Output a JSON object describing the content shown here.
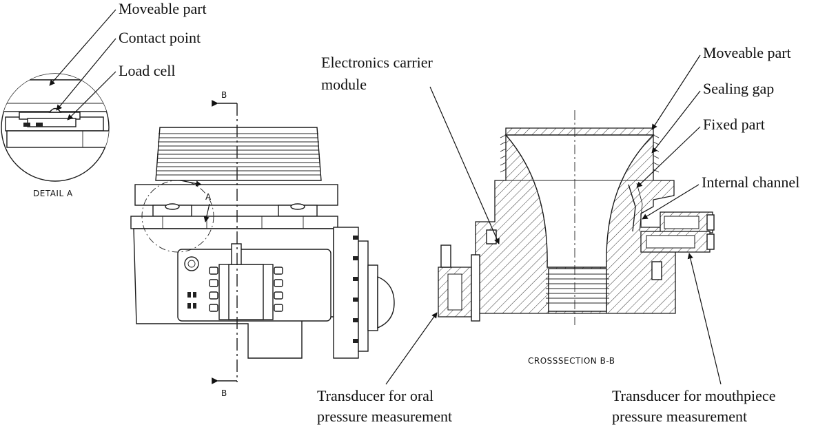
{
  "detail": {
    "labels": {
      "moveable_part": "Moveable part",
      "contact_point": "Contact point",
      "load_cell": "Load cell"
    },
    "caption": "DETAIL A"
  },
  "side_view": {
    "section_marker_top": "B",
    "section_marker_bottom": "B",
    "detail_marker": "A"
  },
  "crosssection": {
    "labels": {
      "electronics_carrier": [
        "Electronics carrier",
        "module"
      ],
      "moveable_part": "Moveable part",
      "sealing_gap": "Sealing gap",
      "fixed_part": "Fixed part",
      "internal_channel": "Internal channel",
      "transducer_oral": [
        "Transducer for oral",
        "pressure measurement"
      ],
      "transducer_mouthpiece": [
        "Transducer for mouthpiece",
        "pressure measurement"
      ]
    },
    "caption": "CROSSSECTION B-B"
  }
}
